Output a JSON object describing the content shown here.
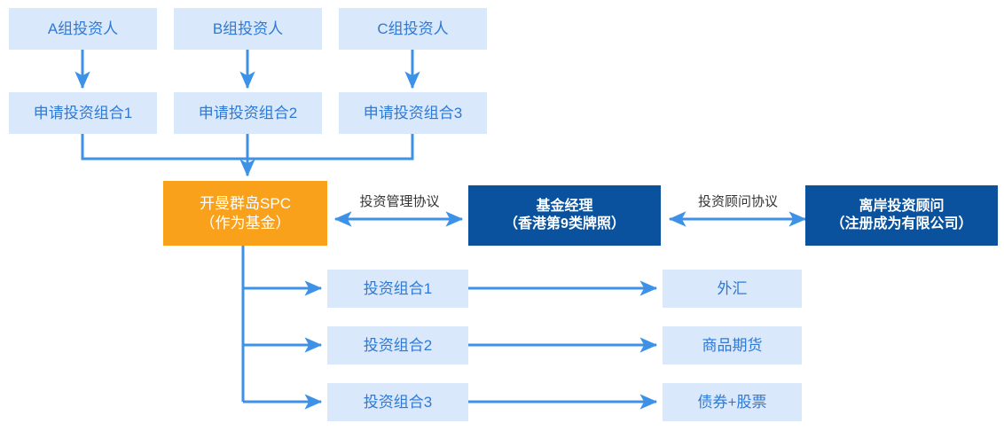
{
  "diagram": {
    "title": "Cayman SPC fund structure flow chart",
    "colors": {
      "light_blue_fill": "#d9e8fb",
      "light_blue_text": "#2f79d6",
      "orange_fill": "#f9a11b",
      "navy_fill": "#0b529e",
      "white_text": "#ffffff",
      "arrow_blue": "#3d92e8",
      "label_text": "#333333",
      "background": "#ffffff"
    },
    "investor_row": [
      {
        "label": "A组投资人"
      },
      {
        "label": "B组投资人"
      },
      {
        "label": "C组投资人"
      }
    ],
    "application_row": [
      {
        "label": "申请投资组合1"
      },
      {
        "label": "申请投资组合2"
      },
      {
        "label": "申请投资组合3"
      }
    ],
    "fund": {
      "line1": "开曼群岛SPC",
      "line2": "（作为基金）"
    },
    "manager": {
      "line1": "基金经理",
      "line2": "（香港第9类牌照）"
    },
    "advisor": {
      "line1": "离岸投资顾问",
      "line2": "（注册成为有限公司）"
    },
    "edge_labels": {
      "fund_to_manager": "投资管理协议",
      "manager_to_advisor": "投资顾问协议"
    },
    "portfolios": [
      {
        "label": "投资组合1"
      },
      {
        "label": "投资组合2"
      },
      {
        "label": "投资组合3"
      }
    ],
    "assets": [
      {
        "label": "外汇"
      },
      {
        "label": "商品期货"
      },
      {
        "label": "债券+股票"
      }
    ]
  }
}
